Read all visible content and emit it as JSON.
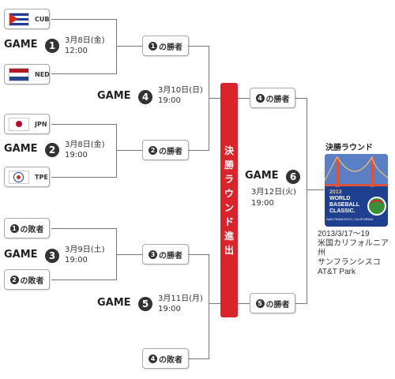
{
  "teams": [
    {
      "code": "CUB"
    },
    {
      "code": "NED"
    },
    {
      "code": "JPN"
    },
    {
      "code": "TPE"
    }
  ],
  "games": [
    {
      "label": "GAME",
      "num": "1",
      "date": "3月8日(金)",
      "time": "12:00"
    },
    {
      "label": "GAME",
      "num": "2",
      "date": "3月8日(金)",
      "time": "19:00"
    },
    {
      "label": "GAME",
      "num": "3",
      "date": "3月9日(土)",
      "time": "19:00"
    },
    {
      "label": "GAME",
      "num": "4",
      "date": "3月10日(日)",
      "time": "19:00"
    },
    {
      "label": "GAME",
      "num": "5",
      "date": "3月11日(月)",
      "time": "19:00"
    },
    {
      "label": "GAME",
      "num": "6",
      "date": "3月12日(火)",
      "time": "19:00"
    }
  ],
  "slots": {
    "w1": {
      "num": "1",
      "text": "の勝者"
    },
    "w2": {
      "num": "2",
      "text": "の勝者"
    },
    "l1": {
      "num": "1",
      "text": "の敗者"
    },
    "l2": {
      "num": "2",
      "text": "の敗者"
    },
    "w3": {
      "num": "3",
      "text": "の勝者"
    },
    "l4": {
      "num": "4",
      "text": "の敗者"
    },
    "w4": {
      "num": "4",
      "text": "の勝者"
    },
    "w5": {
      "num": "5",
      "text": "の勝者"
    }
  },
  "advance_label": [
    "決",
    "勝",
    "ラ",
    "ウ",
    "ン",
    "ド",
    "進",
    "出"
  ],
  "final": {
    "title": "決勝ラウンド",
    "logo": {
      "year": "2013",
      "line1": "WORLD",
      "line2": "BASEBALL",
      "line3": "CLASSIC.",
      "line4": "SAN FRANCISCO, CALIFORNIA"
    },
    "dates": "2013/3/17～19",
    "place": "米国カリフォルニア州",
    "city": "サンフランシスコ",
    "venue": "AT&T Park"
  },
  "colors": {
    "accent": "#d9242b",
    "line": "#777777",
    "logo_bg": "#1f3f8f"
  }
}
